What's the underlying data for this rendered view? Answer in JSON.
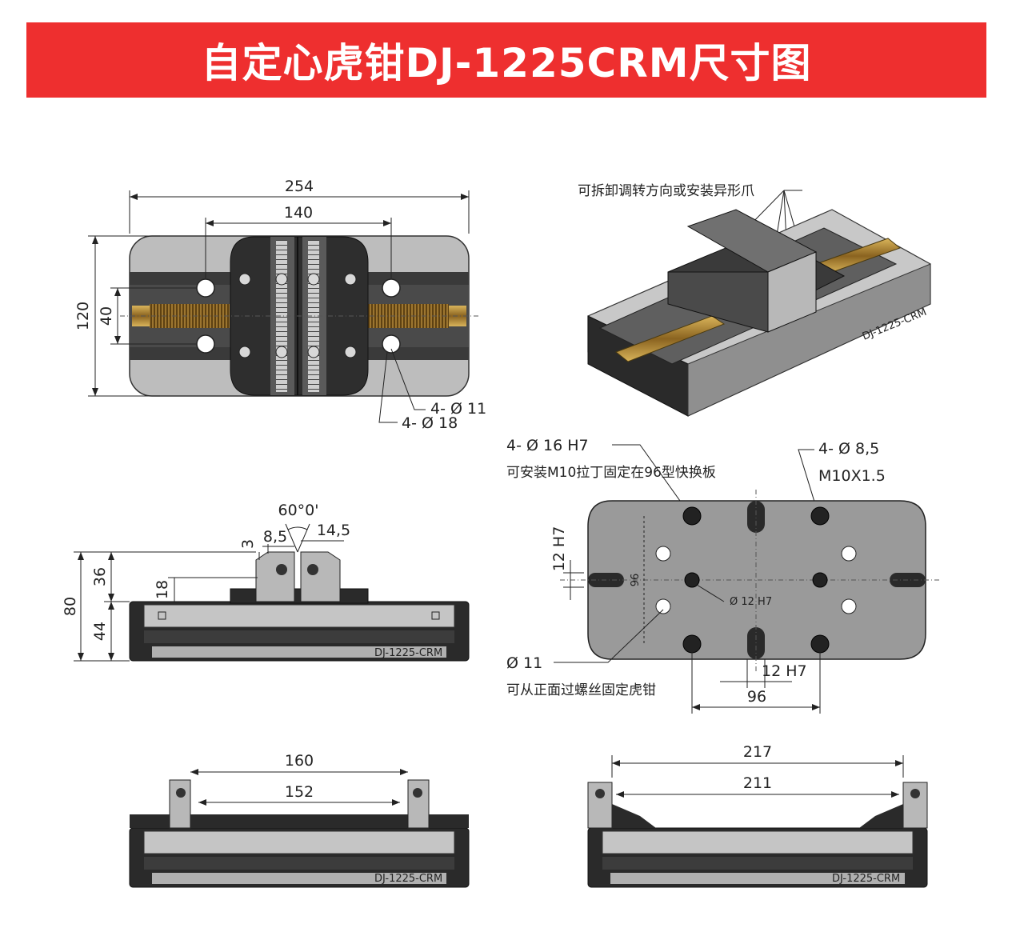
{
  "header": {
    "title": "自定心虎钳DJ-1225CRM尺寸图"
  },
  "top_view": {
    "dim_254": "254",
    "dim_140": "140",
    "dim_120": "120",
    "dim_40": "40",
    "hole_4x11": "4-  Ø  11",
    "hole_4x18": "4-  Ø  18"
  },
  "iso_view": {
    "note": "可拆卸调转方向或安装异形爪",
    "model_mark": "DJ-1225-CRM"
  },
  "side_view": {
    "angle": "60°0'",
    "dim_8_5": "8,5",
    "dim_14_5": "14,5",
    "dim_3": "3",
    "dim_36": "36",
    "dim_18": "18",
    "dim_80": "80",
    "dim_44": "44",
    "model_mark": "DJ-1225-CRM"
  },
  "bottom_view": {
    "pin_hole": "4-  Ø  16   H7",
    "pin_note": "可安装M10拉丁固定在96型快换板",
    "thread_hole": "4-  Ø  8,5",
    "thread_spec": "M10X1.5",
    "slot_h7": "12   H7",
    "slot_v": "12   H7",
    "dim_96_v": "96",
    "center_hole": "Ø   12   H7",
    "thru_hole": "Ø   11",
    "thru_note": "可从正面过螺丝固定虎钳",
    "dim_96_h": "96"
  },
  "front_view_a": {
    "dim_160": "160",
    "dim_152": "152",
    "model_mark": "DJ-1225-CRM"
  },
  "front_view_b": {
    "dim_217": "217",
    "dim_211": "211",
    "model_mark": "DJ-1225-CRM"
  },
  "colors": {
    "banner": "#ee2f2f",
    "body_gray": "#b9b9b9",
    "dark": "#2a2a2a",
    "brass": "#a87d2b"
  }
}
